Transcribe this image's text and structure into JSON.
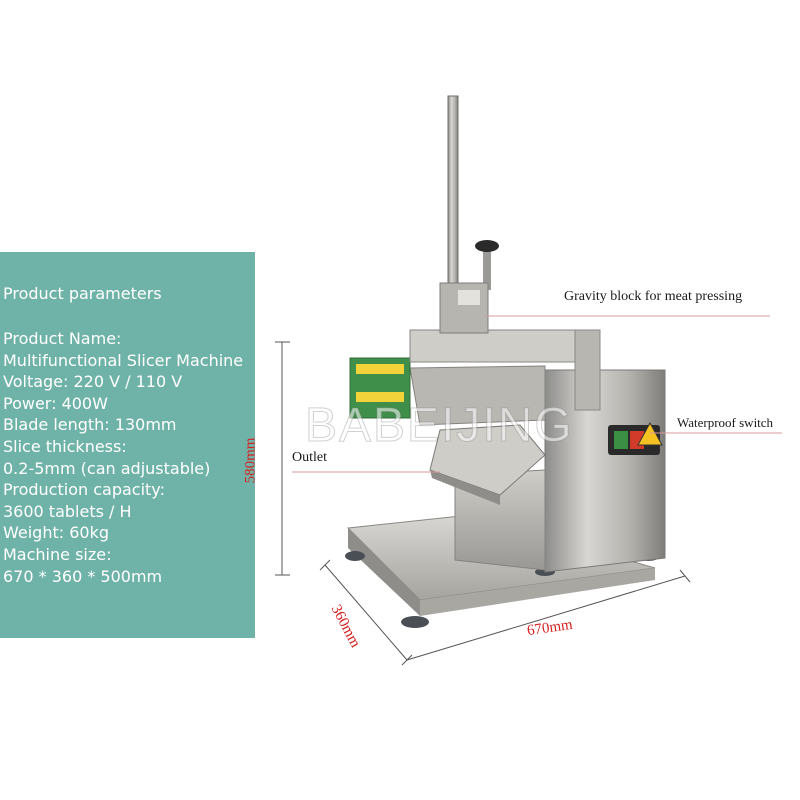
{
  "panel": {
    "bg_color": "#6fb3a8",
    "title": "Product parameters",
    "lines": [
      "Product Name:",
      "Multifunctional Slicer Machine",
      "Voltage: 220 V / 110 V",
      "Power: 400W",
      "Blade length: 130mm",
      "Slice thickness:",
      "0.2-5mm (can adjustable)",
      "Production capacity:",
      "3600 tablets / H",
      "Weight: 60kg",
      "Machine size:",
      "670 * 360 * 500mm"
    ]
  },
  "annotations": {
    "gravity_block": "Gravity block for meat pressing",
    "waterproof_switch": "Waterproof switch",
    "outlet": "Outlet"
  },
  "dimensions": {
    "height": "580mm",
    "depth": "360mm",
    "width": "670mm",
    "color": "#d62020"
  },
  "watermark": "BABEIJING"
}
